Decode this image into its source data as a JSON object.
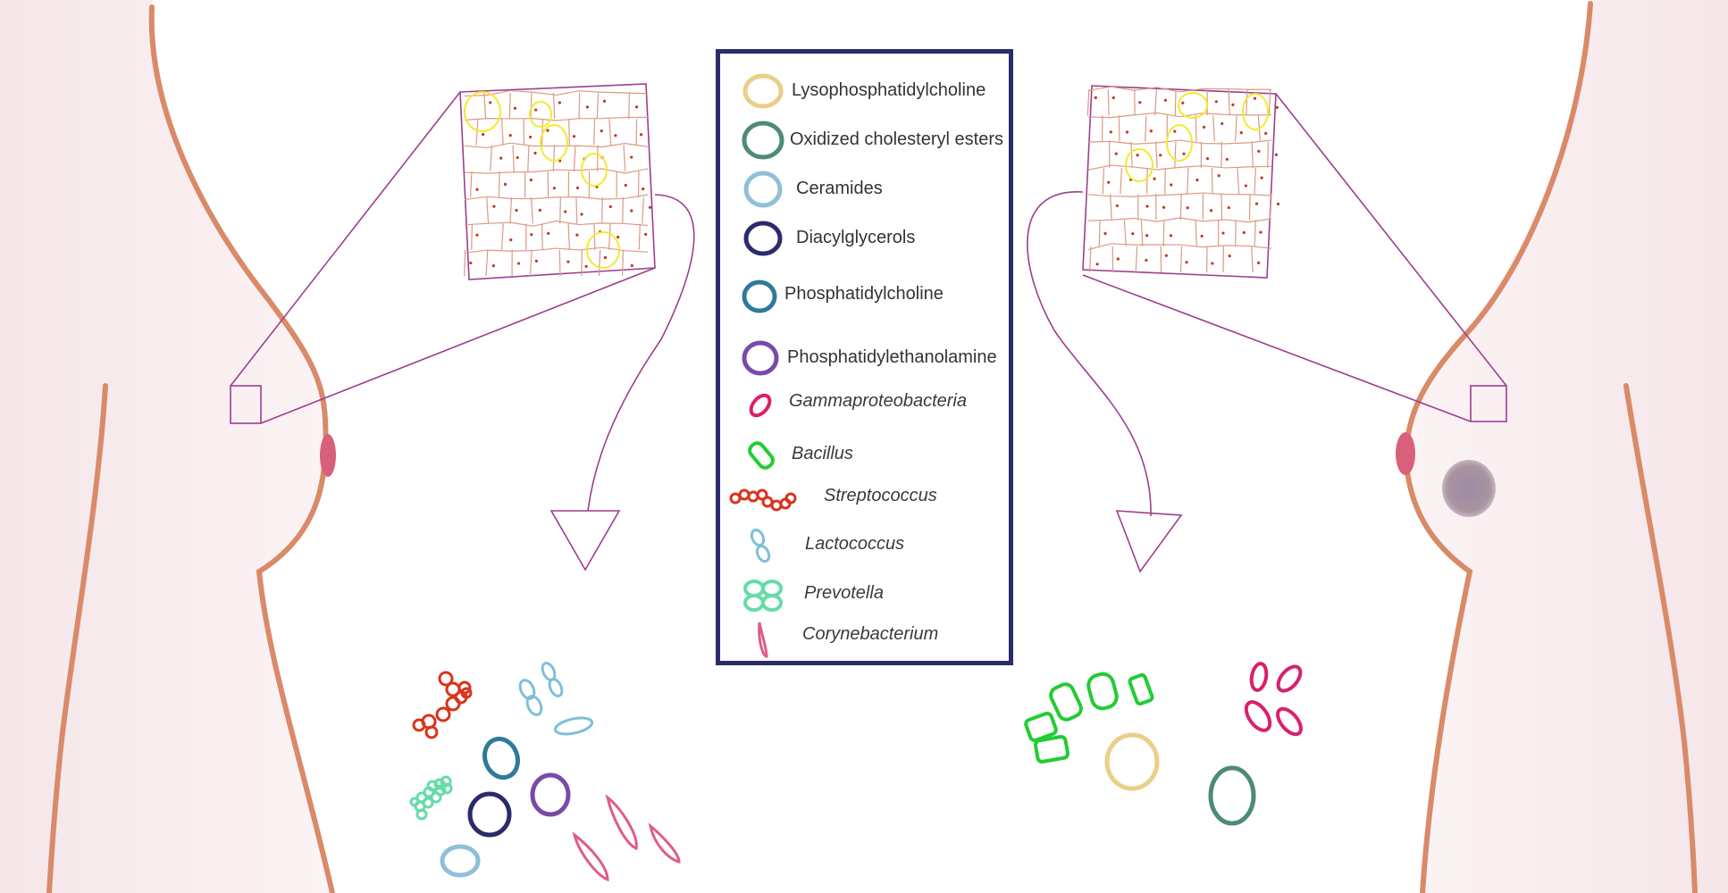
{
  "legend": {
    "items": [
      {
        "label": "Lysophosphatidylcholine",
        "kind": "lipid",
        "icon": "ring-icon",
        "color": "#e9cf8a",
        "italic": false
      },
      {
        "label": "Oxidized cholesteryl esters",
        "kind": "lipid",
        "icon": "ring-icon",
        "color": "#4e8a7a",
        "italic": false
      },
      {
        "label": "Ceramides",
        "kind": "lipid",
        "icon": "ring-icon",
        "color": "#8fbfd9",
        "italic": false
      },
      {
        "label": "Diacylglycerols",
        "kind": "lipid",
        "icon": "ring-icon",
        "color": "#2b2b6b",
        "italic": false
      },
      {
        "label": "Phosphatidylcholine",
        "kind": "lipid",
        "icon": "ring-icon",
        "color": "#2f7a9a",
        "italic": false
      },
      {
        "label": "Phosphatidylethanolamine",
        "kind": "lipid",
        "icon": "ring-icon",
        "color": "#7a4aa8",
        "italic": false
      },
      {
        "label": "Gammaproteobacteria",
        "kind": "bacteria",
        "icon": "oval-bacterium-icon",
        "color": "#d8206e",
        "italic": true
      },
      {
        "label": "Bacillus",
        "kind": "bacteria",
        "icon": "rod-bacterium-icon",
        "color": "#22cc33",
        "italic": true
      },
      {
        "label": "Streptococcus",
        "kind": "bacteria",
        "icon": "chain-bacterium-icon",
        "color": "#d8341e",
        "italic": true
      },
      {
        "label": "Lactococcus",
        "kind": "bacteria",
        "icon": "diplococcus-icon",
        "color": "#7fc0d6",
        "italic": true
      },
      {
        "label": "Prevotella",
        "kind": "bacteria",
        "icon": "cluster-bacterium-icon",
        "color": "#66dca8",
        "italic": true
      },
      {
        "label": "Corynebacterium",
        "kind": "bacteria",
        "icon": "club-bacterium-icon",
        "color": "#e05c8a",
        "italic": true
      }
    ]
  },
  "colors": {
    "skin_outline": "#d98a68",
    "skin_shade": "#f5e6e8",
    "nipple": "#d9607a",
    "lesion": "#a38ea8",
    "zoom_line": "#9c3f8e",
    "tissue_lines": "#dc9a84",
    "tissue_dots": "#c0391e",
    "tissue_highlight": "#f2ea2e",
    "legend_border": "#2b2b6b"
  }
}
